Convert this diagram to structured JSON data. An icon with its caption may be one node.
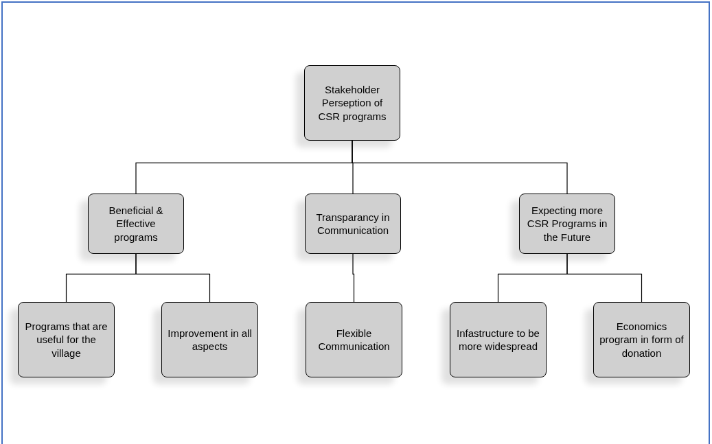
{
  "diagram": {
    "nodes": [
      {
        "text": [
          "Stakeholder Perseption of CSR programs"
        ]
      },
      {
        "text": [
          "Beneficial & Effective programs"
        ]
      },
      {
        "text": [
          "Transparancy in Communication"
        ]
      },
      {
        "text": [
          "Expecting more CSR Programs in the Future"
        ]
      },
      {
        "text": [
          "Programs that are useful for the village"
        ]
      },
      {
        "text": [
          "Improvement in all aspects"
        ]
      },
      {
        "text": [
          "Flexible Communication"
        ]
      },
      {
        "text": [
          "Infastructure to be more widespread"
        ]
      },
      {
        "text": [
          "Economics program in form of donation"
        ]
      }
    ],
    "edges": [
      {
        "from": 0,
        "to": 1,
        "arrow": "none"
      },
      {
        "from": 0,
        "to": 2,
        "arrow": "none"
      },
      {
        "from": 0,
        "to": 3,
        "arrow": "none"
      },
      {
        "from": 1,
        "to": 4,
        "arrow": "none"
      },
      {
        "from": 1,
        "to": 5,
        "arrow": "none"
      },
      {
        "from": 2,
        "to": 6,
        "arrow": "none"
      },
      {
        "from": 3,
        "to": 7,
        "arrow": "none"
      },
      {
        "from": 3,
        "to": 8,
        "arrow": "none"
      }
    ]
  }
}
